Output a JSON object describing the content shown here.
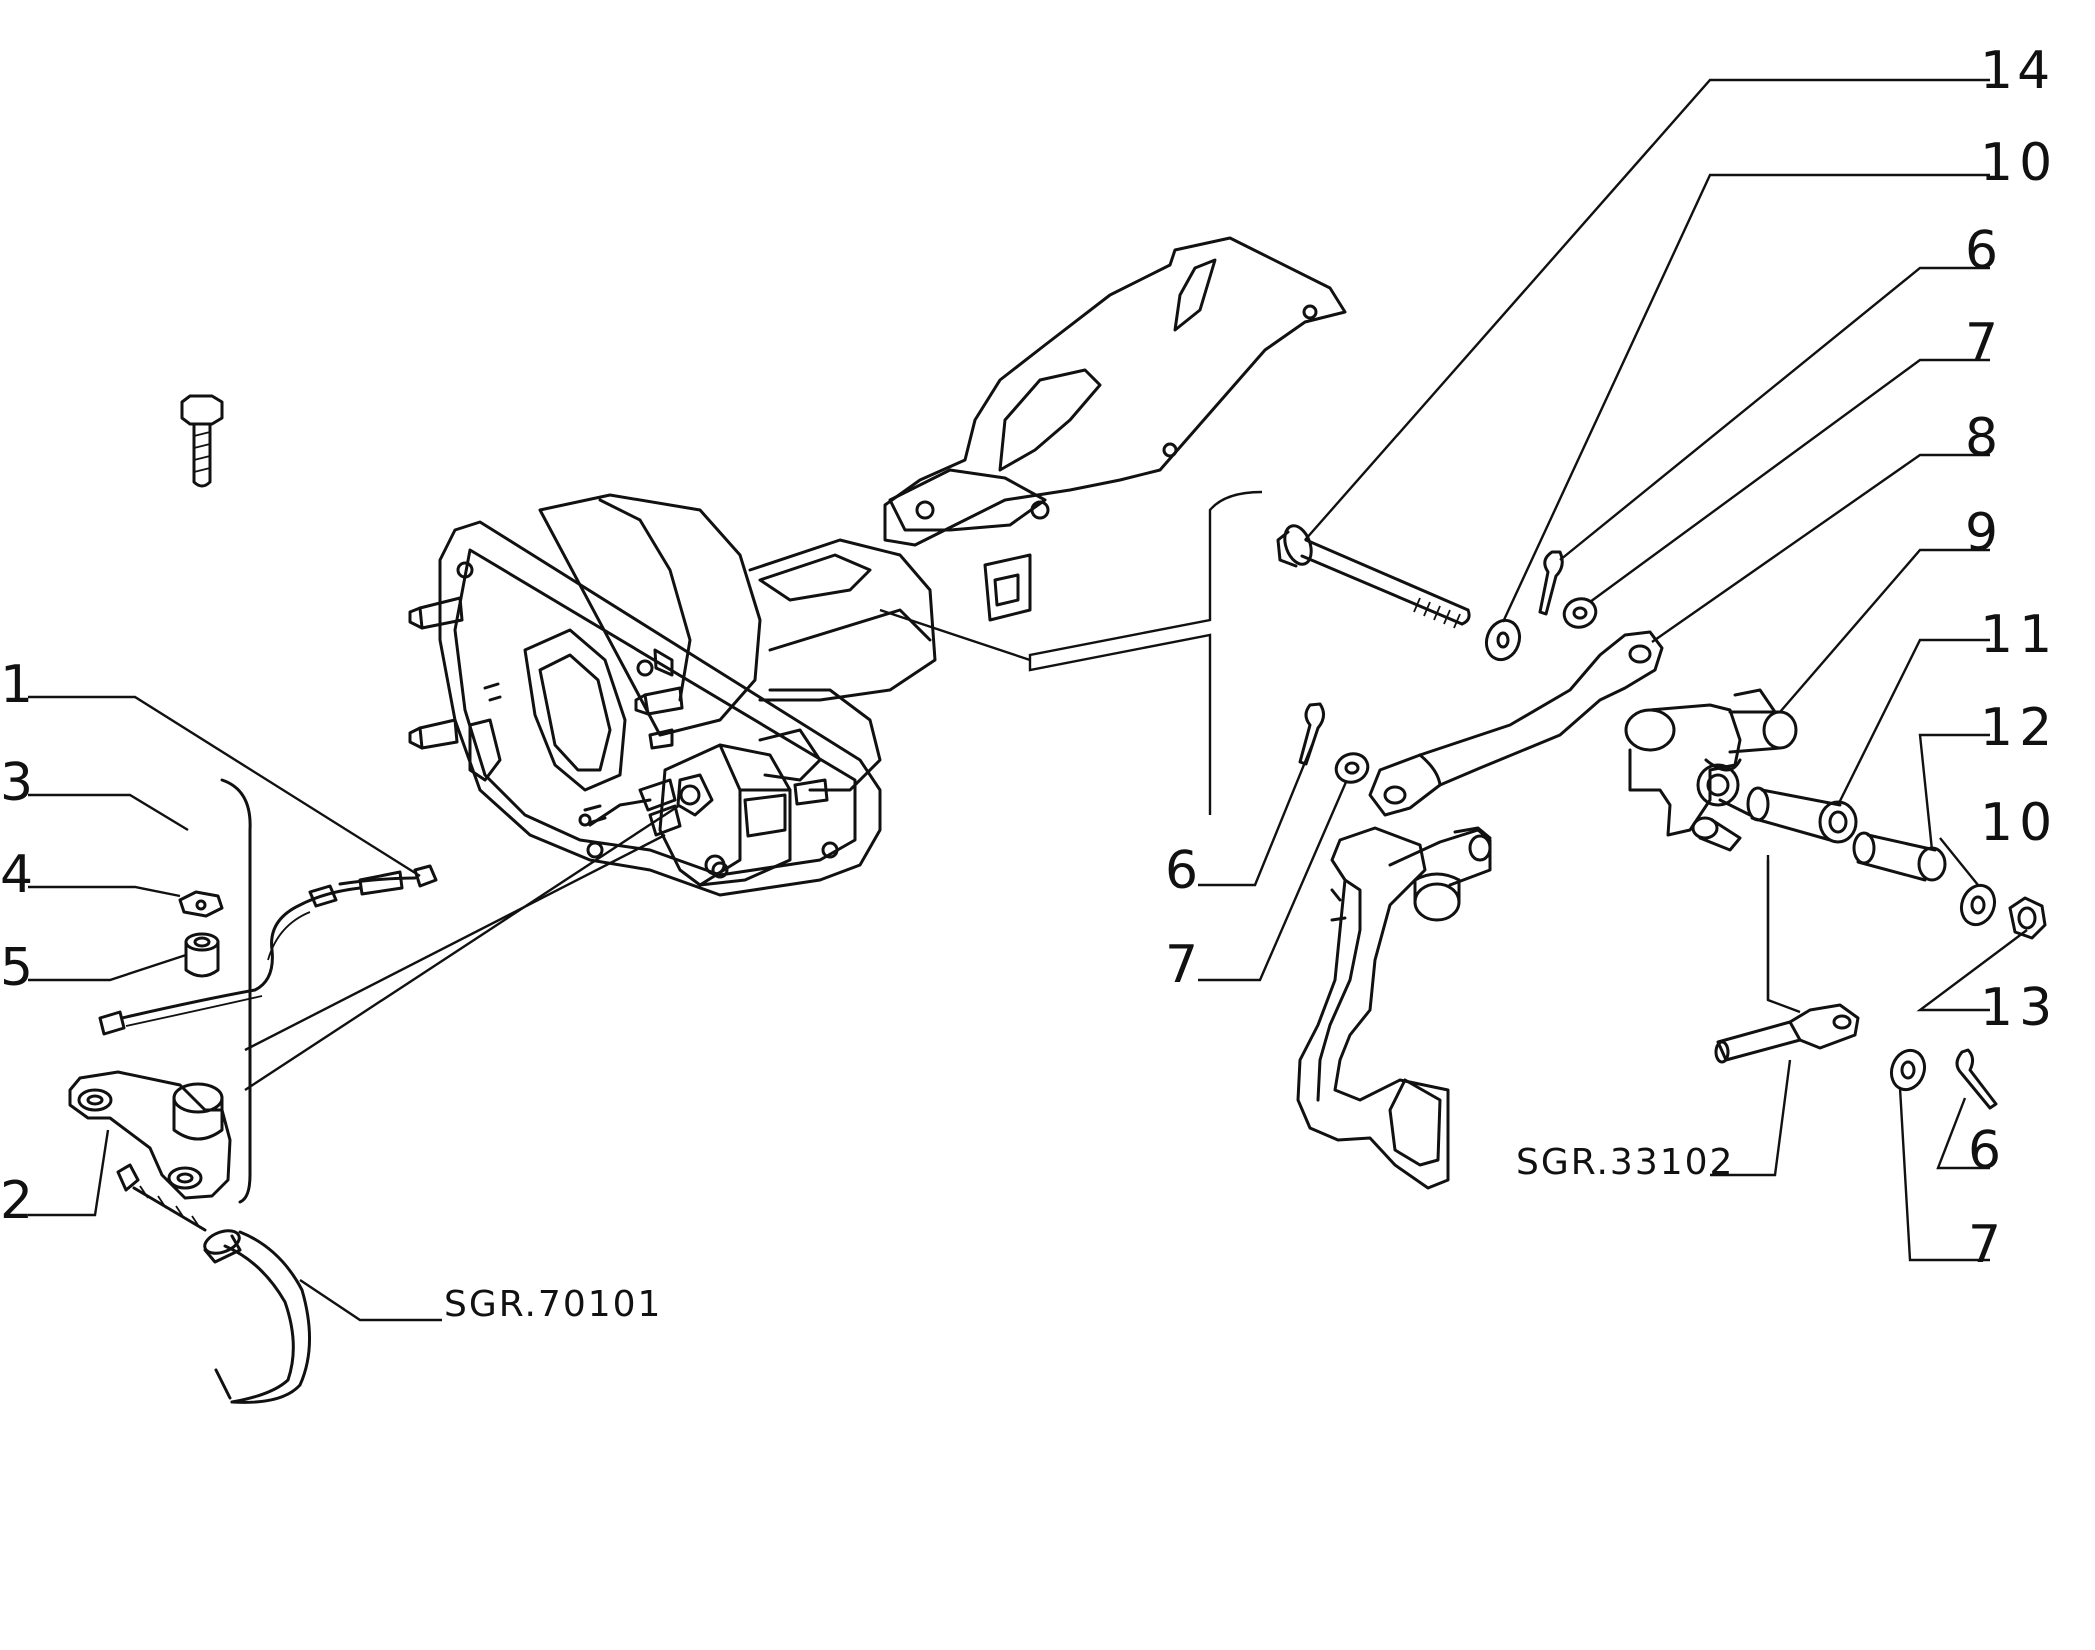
{
  "callouts": [
    {
      "id": "c1",
      "label": "1"
    },
    {
      "id": "c2",
      "label": "2"
    },
    {
      "id": "c3",
      "label": "3"
    },
    {
      "id": "c4",
      "label": "4"
    },
    {
      "id": "c5",
      "label": "5"
    },
    {
      "id": "c6a",
      "label": "6"
    },
    {
      "id": "c6b",
      "label": "6"
    },
    {
      "id": "c6c",
      "label": "6"
    },
    {
      "id": "c7a",
      "label": "7"
    },
    {
      "id": "c7b",
      "label": "7"
    },
    {
      "id": "c7c",
      "label": "7"
    },
    {
      "id": "c8",
      "label": "8"
    },
    {
      "id": "c9",
      "label": "9"
    },
    {
      "id": "c10a",
      "label": "10"
    },
    {
      "id": "c10b",
      "label": "10"
    },
    {
      "id": "c11",
      "label": "11"
    },
    {
      "id": "c12",
      "label": "12"
    },
    {
      "id": "c13",
      "label": "13"
    },
    {
      "id": "c14",
      "label": "14"
    }
  ],
  "references": {
    "cable": "SGR.70101",
    "pedal": "SGR.33102"
  }
}
